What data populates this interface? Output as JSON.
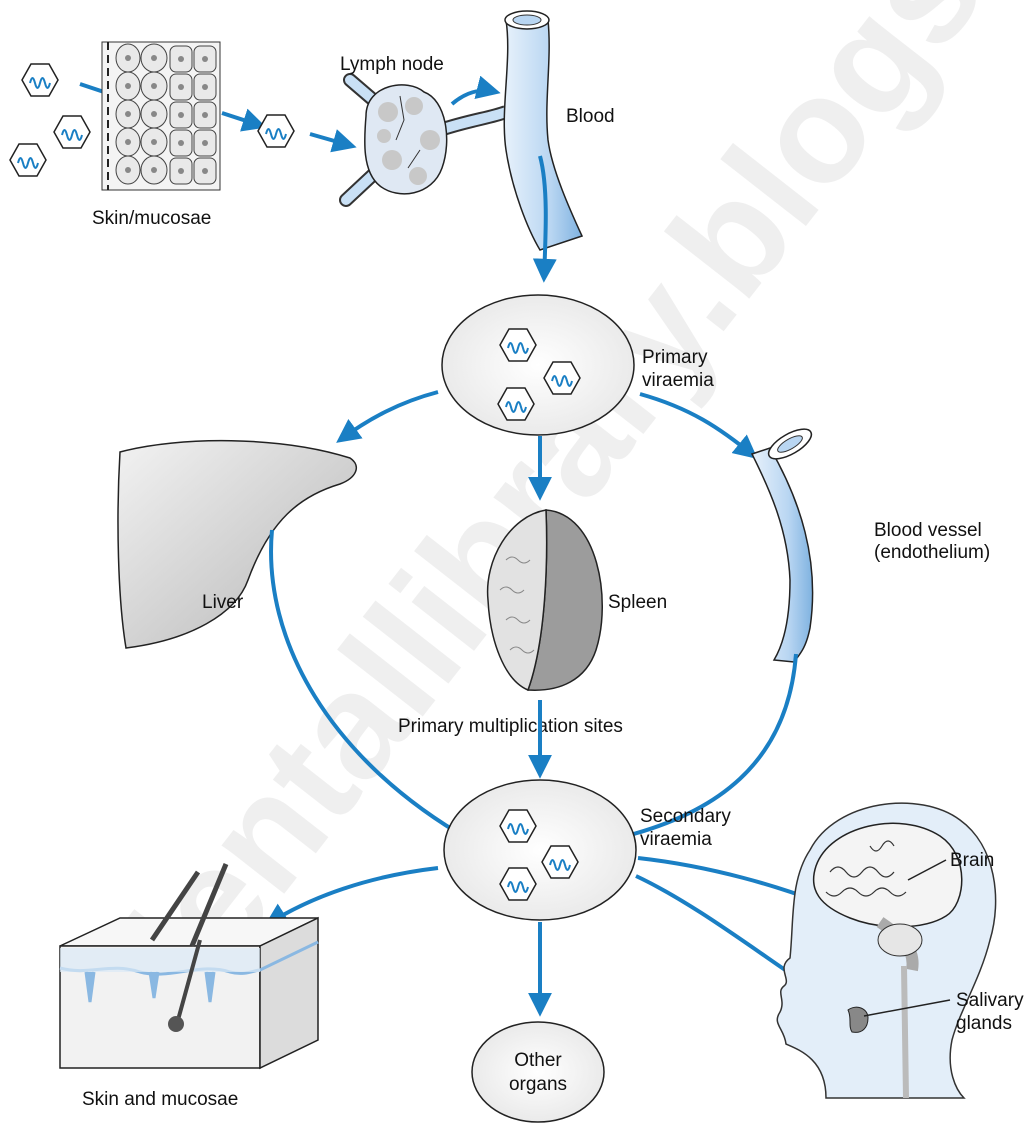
{
  "labels": {
    "skin_mucosae_top": "Skin/mucosae",
    "lymph_node": "Lymph node",
    "blood": "Blood",
    "primary_viraemia_1": "Primary",
    "primary_viraemia_2": "viraemia",
    "liver": "Liver",
    "spleen": "Spleen",
    "blood_vessel_1": "Blood vessel",
    "blood_vessel_2": "(endothelium)",
    "primary_sites": "Primary multiplication sites",
    "secondary_viraemia_1": "Secondary",
    "secondary_viraemia_2": "viraemia",
    "brain": "Brain",
    "salivary_1": "Salivary",
    "salivary_2": "glands",
    "skin_mucosae_bottom": "Skin and mucosae",
    "other_organs_1": "Other",
    "other_organs_2": "organs"
  },
  "watermark": "dentallibrary.blogs",
  "colors": {
    "arrow": "#1a7fc4",
    "vessel": "#b9d6f2",
    "organ_fill": "#cfcfcf",
    "virus_wave": "#1a7fc4"
  },
  "icons": [
    "virus-particle-icon",
    "lymph-node-icon",
    "blood-vessel-icon",
    "liver-icon",
    "spleen-icon",
    "brain-head-icon",
    "skin-block-icon"
  ]
}
